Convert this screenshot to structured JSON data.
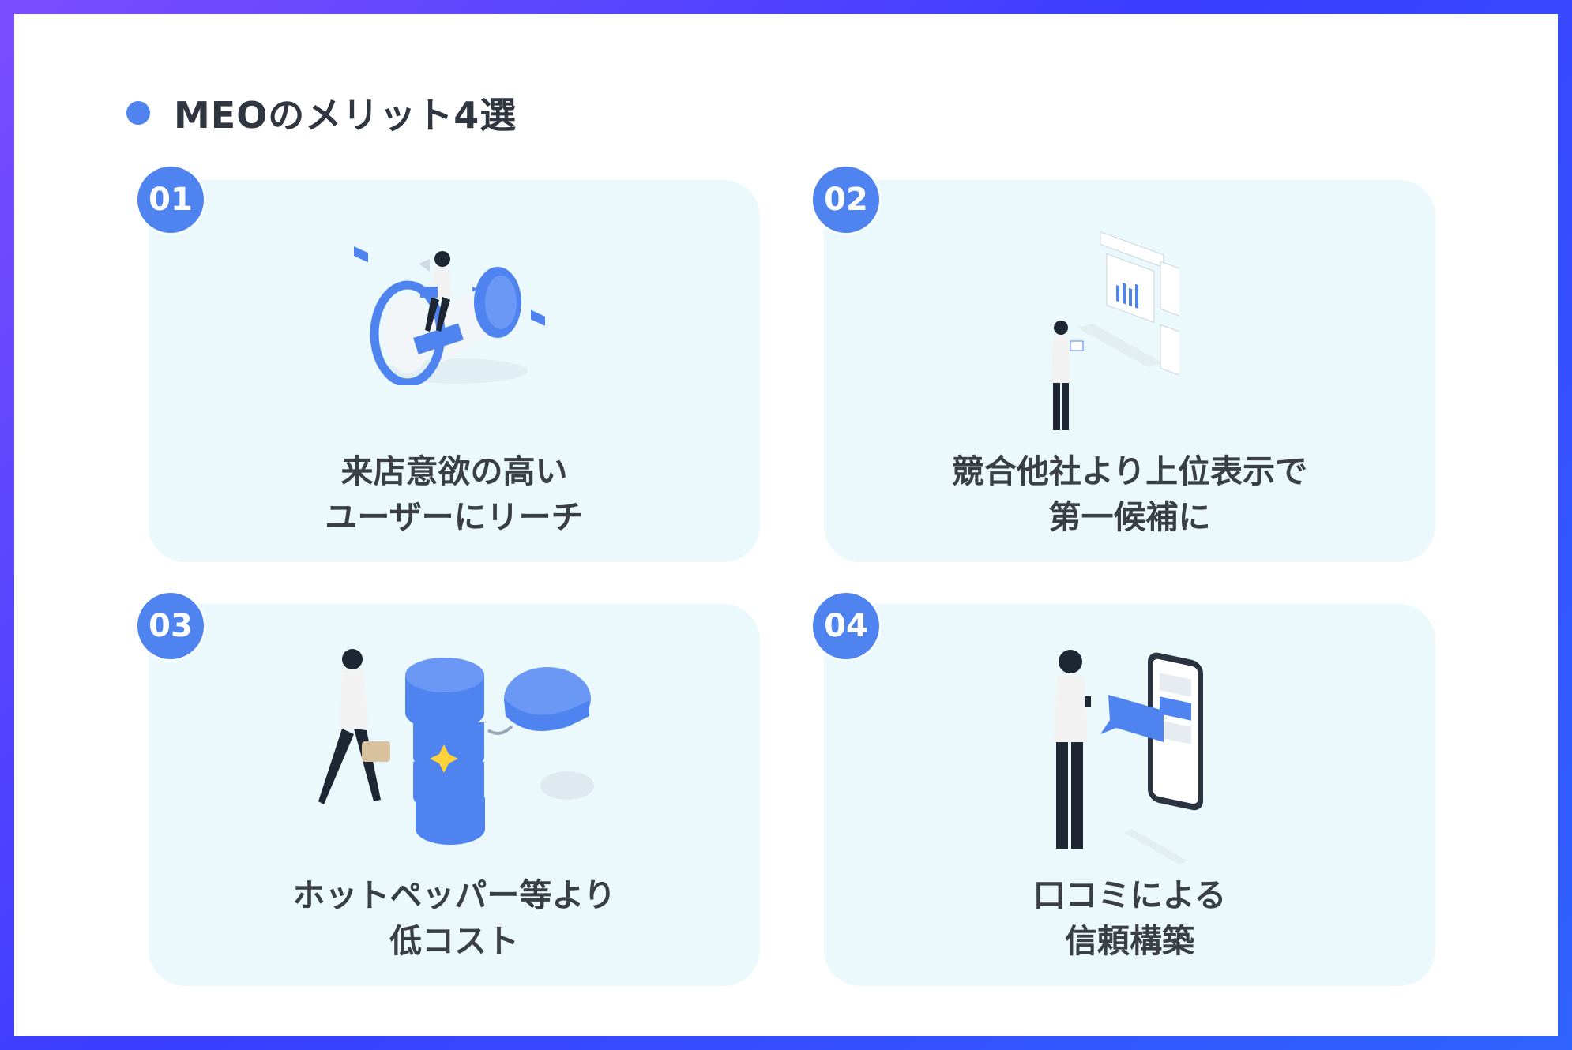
{
  "section": {
    "title": "MEOのメリット4選"
  },
  "cards": [
    {
      "number": "01",
      "line1": "来店意欲の高い",
      "line2": "ユーザーにリーチ",
      "illustration": "megaphone-illustration"
    },
    {
      "number": "02",
      "line1": "競合他社より上位表示で",
      "line2": "第一候補に",
      "illustration": "ranking-dashboard-illustration"
    },
    {
      "number": "03",
      "line1": "ホットペッパー等より",
      "line2": "低コスト",
      "illustration": "coin-cost-illustration"
    },
    {
      "number": "04",
      "line1": "口コミによる",
      "line2": "信頼構築",
      "illustration": "review-smartphone-illustration"
    }
  ],
  "colors": {
    "accent": "#4e83f0",
    "card_bg": "#ebf9fc",
    "text": "#3a3f47",
    "frame_gradient_start": "#7b4dff",
    "frame_gradient_end": "#2f63ff"
  }
}
